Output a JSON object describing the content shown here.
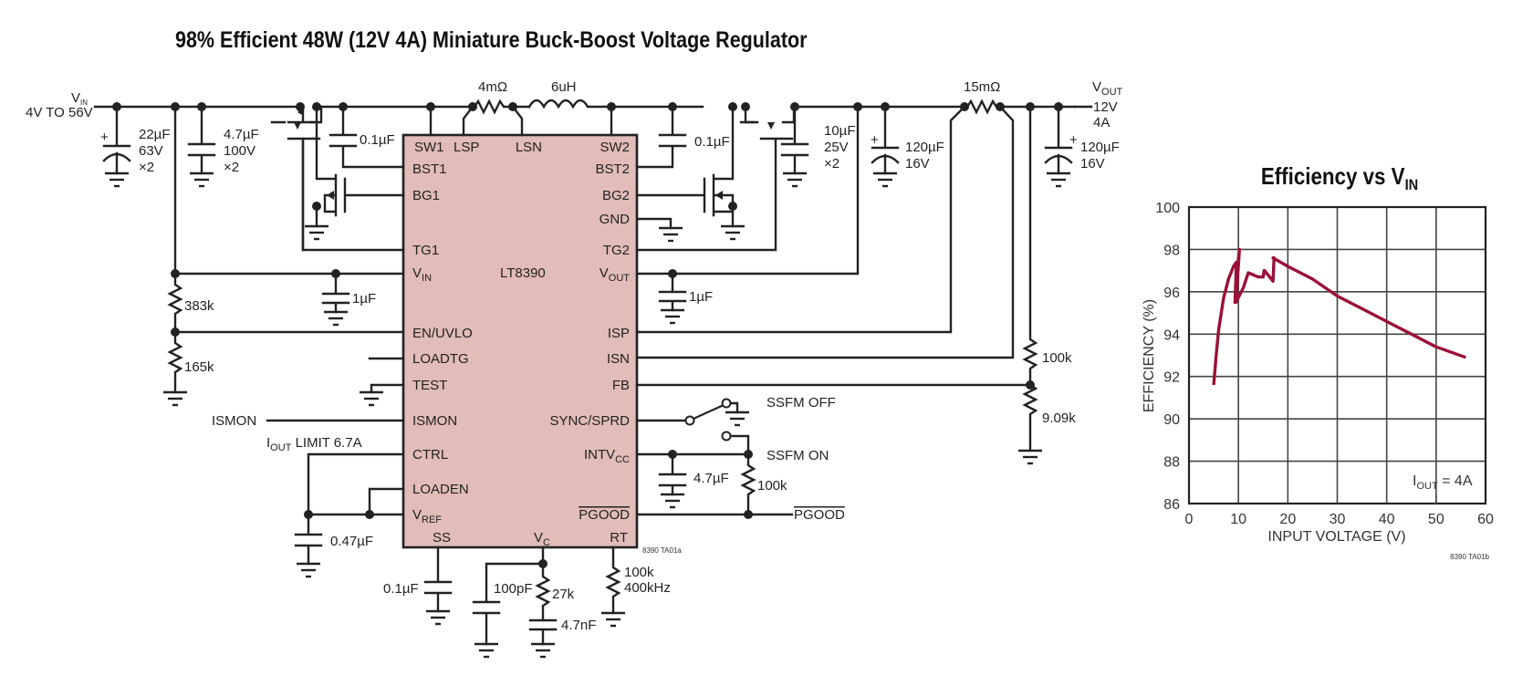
{
  "title": "98% Efficient 48W (12V 4A) Miniature Buck-Boost Voltage Regulator",
  "schematic": {
    "ic": {
      "part": "LT8390",
      "left_pins": [
        "SW1",
        "LSP",
        "BST1",
        "BG1",
        "TG1",
        "V",
        "EN/UVLO",
        "LOADTG",
        "TEST",
        "ISMON",
        "CTRL",
        "LOADEN",
        "V"
      ],
      "vin_sub": "IN",
      "vref_sub": "REF",
      "right_pins": [
        "LSN",
        "SW2",
        "BST2",
        "BG2",
        "GND",
        "TG2",
        "V",
        "ISP",
        "ISN",
        "FB",
        "SYNC/SPRD",
        "INTV",
        "PGOOD",
        "RT"
      ],
      "vout_sub": "OUT",
      "intvcc_sub": "CC",
      "bottom_pins": [
        "SS",
        "V",
        "RT"
      ],
      "vc_sub": "C",
      "fig_id": "8390 TA01a"
    },
    "input": {
      "label": "V",
      "sub": "IN",
      "range": "4V TO 56V"
    },
    "output": {
      "label": "V",
      "sub": "OUT",
      "voltage": "12V",
      "current": "4A"
    },
    "components": {
      "c_in_bulk": [
        "22µF",
        "63V",
        "×2"
      ],
      "c_in_cer": [
        "4.7µF",
        "100V",
        "×2"
      ],
      "c_bst1": "0.1µF",
      "r_sense_l": "4mΩ",
      "inductor": "6uH",
      "c_bst2": "0.1µF",
      "c_out_cer": [
        "10µF",
        "25V",
        "×2"
      ],
      "c_out_bulk1": [
        "120µF",
        "16V"
      ],
      "r_sense_out": "15mΩ",
      "c_out_bulk2": [
        "120µF",
        "16V"
      ],
      "c_vin": "1µF",
      "c_vout": "1µF",
      "r_uvlo_top": "383k",
      "r_uvlo_bot": "165k",
      "ismon_label": "ISMON",
      "iout_limit": {
        "prefix": "I",
        "sub": "OUT",
        "text": " LIMIT 6.7A"
      },
      "c_vref": "0.47µF",
      "c_ss": "0.1µF",
      "c_vc_hf": "100pF",
      "r_vc": "27k",
      "c_vc": "4.7nF",
      "r_rt": [
        "100k",
        "400kHz"
      ],
      "c_intvcc": "4.7µF",
      "r_pgood": "100k",
      "pgood_out": "PGOOD",
      "ssfm_off": "SSFM OFF",
      "ssfm_on": "SSFM ON",
      "r_fb_top": "100k",
      "r_fb_bot": "9.09k"
    }
  },
  "chart_data": {
    "type": "line",
    "title": "Efficiency vs V",
    "title_sub": "IN",
    "xlabel": "INPUT VOLTAGE (V)",
    "ylabel": "EFFICIENCY (%)",
    "xlim": [
      0,
      60
    ],
    "ylim": [
      86,
      100
    ],
    "xticks": [
      0,
      10,
      20,
      30,
      40,
      50,
      60
    ],
    "yticks": [
      86,
      88,
      90,
      92,
      94,
      96,
      98,
      100
    ],
    "grid": true,
    "annotation": {
      "prefix": "I",
      "sub": "OUT",
      "text": " = 4A"
    },
    "fig_id": "8390 TA01b",
    "series": [
      {
        "name": "Efficiency",
        "color": "#9a1038",
        "x": [
          5,
          5.5,
          6,
          7,
          8,
          9,
          9.6,
          9.3,
          9.8,
          10,
          10.2,
          9.5,
          11,
          12,
          13,
          14,
          15,
          15.2,
          15,
          15.3,
          17,
          17.2,
          17,
          20,
          25,
          30,
          35,
          40,
          45,
          50,
          56
        ],
        "y": [
          91.6,
          93.0,
          94.2,
          95.7,
          96.6,
          97.2,
          97.4,
          95.5,
          96.4,
          97.6,
          98.0,
          95.5,
          96.2,
          96.9,
          96.8,
          96.7,
          96.7,
          97.0,
          96.7,
          97.0,
          96.5,
          97.6,
          97.6,
          97.2,
          96.6,
          95.8,
          95.2,
          94.6,
          94.0,
          93.4,
          92.9
        ]
      }
    ]
  }
}
